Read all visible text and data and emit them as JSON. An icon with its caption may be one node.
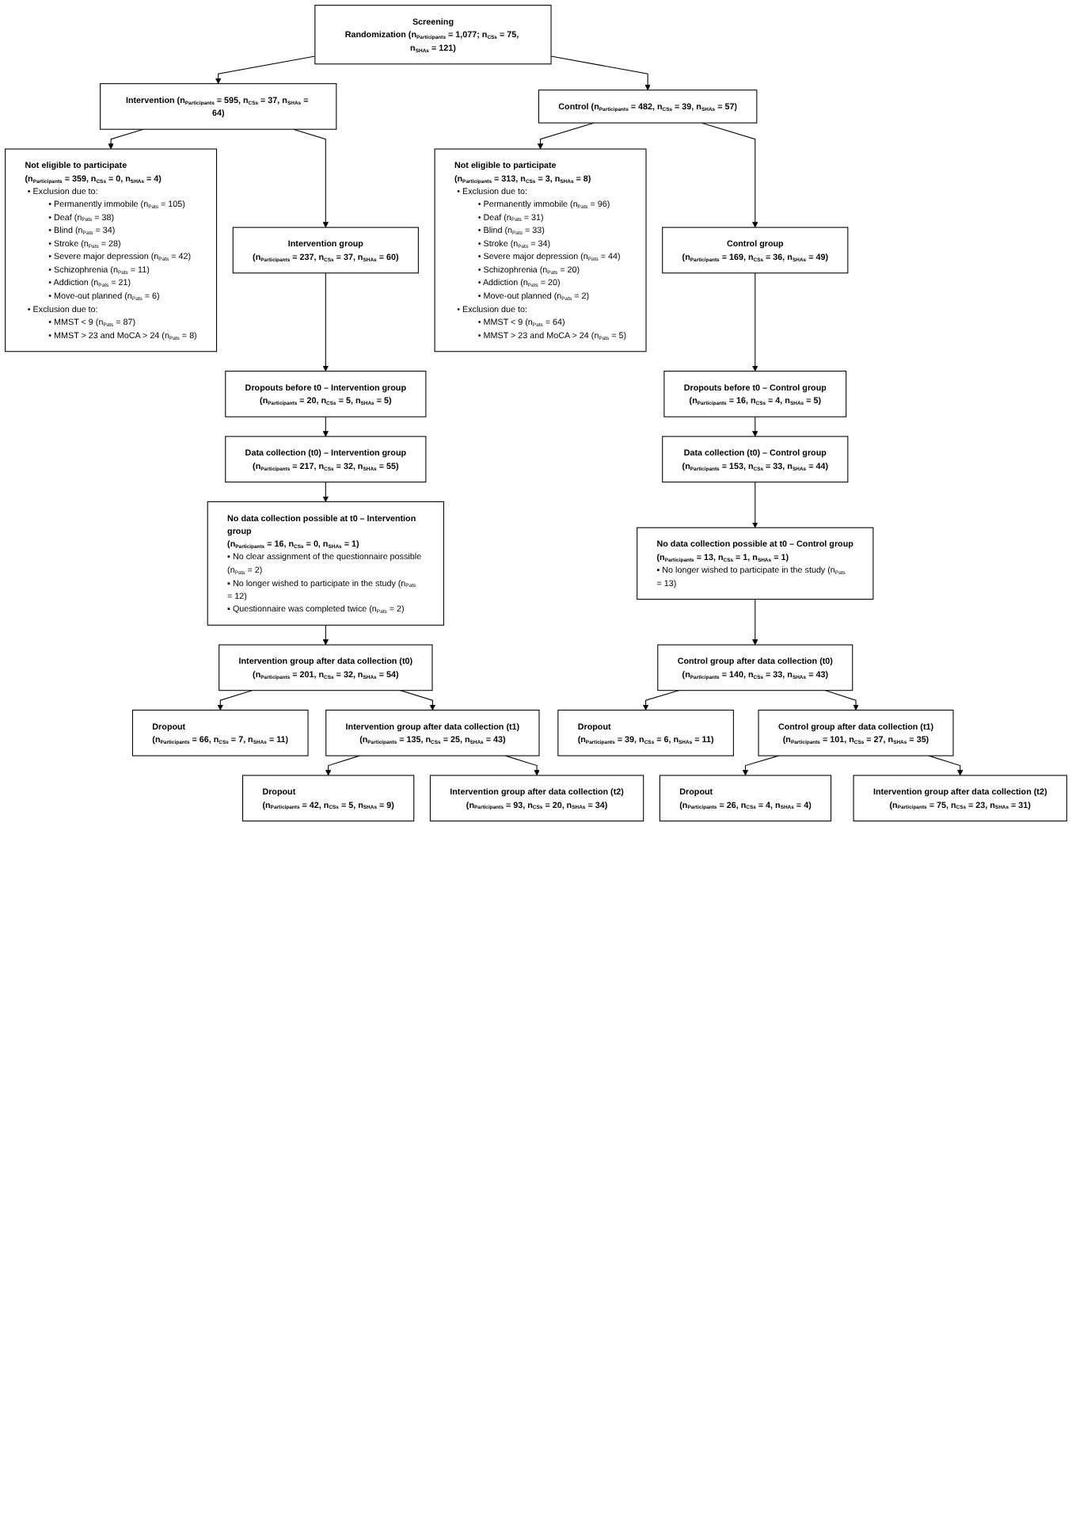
{
  "diagram": {
    "nodes": [
      {
        "text": [
          "Screening",
          "Randomization (n$_{Participants}$ = 1,077; n$_{CSs}$ = 75, n$_{SHAs}$ = 121)"
        ]
      },
      {
        "text": [
          "Intervention (n$_{Participants}$ = 595, n$_{CSs}$ = 37, n$_{SHAs}$ = 64)"
        ]
      },
      {
        "text": [
          "Control (n$_{Participants}$ = 482, n$_{CSs}$ = 39, n$_{SHAs}$ = 57)"
        ]
      },
      {
        "text": [
          "Not eligible to participate",
          "(n$_{Participants}$ = 359, n$_{CSs}$ = 0, n$_{SHAs}$ = 4)",
          "• Exclusion due to:",
          "• Permanently immobile (n$_{Pats}$ = 105)",
          "• Deaf (n$_{Pats}$ = 38)",
          "• Blind (n$_{Pats}$ = 34)",
          "• Stroke (n$_{Pats}$ = 28)",
          "• Severe major depression (n$_{Pats}$ = 42)",
          "• Schizophrenia (n$_{Pats}$ = 11)",
          "• Addiction (n$_{Pats}$ = 21)",
          "• Move-out planned (n$_{Pats}$ = 6)",
          "• Exclusion due to:",
          "• MMST < 9 (n$_{Pats}$ = 87)",
          "• MMST > 23 and MoCA > 24 (n$_{Pats}$ = 8)"
        ]
      },
      {
        "text": [
          "Not eligible to participate",
          "(n$_{Participants}$ = 313, n$_{CSs}$ = 3, n$_{SHAs}$ = 8)",
          "• Exclusion due to:",
          "• Permanently immobile (n$_{Pats}$ = 96)",
          "• Deaf (n$_{Pats}$ = 31)",
          "• Blind (n$_{Pats}$ = 33)",
          "• Stroke (n$_{Pats}$ = 34)",
          "• Severe major depression (n$_{Pats}$ = 44)",
          "• Schizophrenia (n$_{Pats}$ = 20)",
          "• Addiction (n$_{Pats}$ = 20)",
          "• Move-out planned (n$_{Pats}$ = 2)",
          "• Exclusion due to:",
          "• MMST < 9 (n$_{Pats}$ = 64)",
          "• MMST > 23 and MoCA > 24 (n$_{Pats}$ = 5)"
        ]
      },
      {
        "text": [
          "Intervention group",
          "(n$_{Participants}$ = 237, n$_{CSs}$ = 37, n$_{SHAs}$ = 60)"
        ]
      },
      {
        "text": [
          "Control group",
          "(n$_{Participants}$ = 169, n$_{CSs}$ = 36, n$_{SHAs}$ = 49)"
        ]
      },
      {
        "text": [
          "Dropouts before t0 – Intervention group",
          "(n$_{Participants}$ = 20, n$_{CSs}$ = 5, n$_{SHAs}$ = 5)"
        ]
      },
      {
        "text": [
          "Dropouts before t0 – Control group",
          "(n$_{Participants}$ = 16, n$_{CSs}$ = 4, n$_{SHAs}$ = 5)"
        ]
      },
      {
        "text": [
          "Data collection (t0) – Intervention group",
          "(n$_{Participants}$ = 217, n$_{CSs}$ = 32, n$_{SHAs}$ = 55)"
        ]
      },
      {
        "text": [
          "Data collection (t0) – Control group",
          "(n$_{Participants}$ = 153, n$_{CSs}$ = 33, n$_{SHAs}$ = 44)"
        ]
      },
      {
        "text": [
          "No data collection possible at t0 – Intervention group",
          "(n$_{Participants}$ = 16, n$_{CSs}$ = 0, n$_{SHAs}$ = 1)",
          "▪ No clear assignment of the questionnaire possible (n$_{Pats}$ = 2)",
          "▪ No longer wished to participate in the study (n$_{Pats}$ = 12)",
          "▪ Questionnaire was completed twice (n$_{Pats}$ = 2)"
        ]
      },
      {
        "text": [
          "No data collection possible at t0 – Control group",
          "(n$_{Participants}$ = 13, n$_{CSs}$ = 1, n$_{SHAs}$ = 1)",
          "▪ No longer wished to participate in the study (n$_{Pats}$ = 13)"
        ]
      },
      {
        "text": [
          "Intervention group after data collection (t0)",
          "(n$_{Participants}$ = 201, n$_{CSs}$ = 32, n$_{SHAs}$ = 54)"
        ]
      },
      {
        "text": [
          "Control group after data collection (t0)",
          "(n$_{Participants}$ = 140, n$_{CSs}$ = 33, n$_{SHAs}$ = 43)"
        ]
      },
      {
        "text": [
          "Dropout",
          "(n$_{Participants}$ = 66, n$_{CSs}$ = 7, n$_{SHAs}$ = 11)"
        ]
      },
      {
        "text": [
          "Dropout",
          "(n$_{Participants}$ = 39, n$_{CSs}$ = 6, n$_{SHAs}$ = 11)"
        ]
      },
      {
        "text": [
          "Intervention group after data collection (t1)",
          "(n$_{Participants}$ = 135, n$_{CSs}$ = 25, n$_{SHAs}$ = 43)"
        ]
      },
      {
        "text": [
          "Control group after data collection (t1)",
          "(n$_{Participants}$ = 101, n$_{CSs}$ = 27, n$_{SHAs}$ = 35)"
        ]
      },
      {
        "text": [
          "Dropout",
          "(n$_{Participants}$ = 42, n$_{CSs}$ = 5, n$_{SHAs}$ = 9)"
        ]
      },
      {
        "text": [
          "Dropout",
          "(n$_{Participants}$ = 26, n$_{CSs}$ = 4, n$_{SHAs}$ = 4)"
        ]
      },
      {
        "text": [
          "Intervention group after data collection (t2)",
          "(n$_{Participants}$ = 93, n$_{CSs}$ = 20, n$_{SHAs}$ = 34)"
        ]
      },
      {
        "text": [
          "Intervention group after data collection (t2)",
          "(n$_{Participants}$ = 75, n$_{CSs}$ = 23, n$_{SHAs}$ = 31)"
        ]
      }
    ],
    "edges": [
      {
        "from": 0,
        "to": 1,
        "arrow": "to"
      },
      {
        "from": 0,
        "to": 2,
        "arrow": "to"
      },
      {
        "from": 1,
        "to": 3,
        "arrow": "to"
      },
      {
        "from": 1,
        "to": 5,
        "arrow": "to"
      },
      {
        "from": 2,
        "to": 4,
        "arrow": "to"
      },
      {
        "from": 2,
        "to": 6,
        "arrow": "to"
      },
      {
        "from": 5,
        "to": 7,
        "arrow": "to"
      },
      {
        "from": 6,
        "to": 8,
        "arrow": "to"
      },
      {
        "from": 7,
        "to": 9,
        "arrow": "to"
      },
      {
        "from": 8,
        "to": 10,
        "arrow": "to"
      },
      {
        "from": 9,
        "to": 11,
        "arrow": "to"
      },
      {
        "from": 10,
        "to": 12,
        "arrow": "to"
      },
      {
        "from": 11,
        "to": 13,
        "arrow": "to"
      },
      {
        "from": 12,
        "to": 14,
        "arrow": "to"
      },
      {
        "from": 13,
        "to": 15,
        "arrow": "to"
      },
      {
        "from": 13,
        "to": 17,
        "arrow": "to"
      },
      {
        "from": 14,
        "to": 16,
        "arrow": "to"
      },
      {
        "from": 14,
        "to": 18,
        "arrow": "to"
      },
      {
        "from": 17,
        "to": 19,
        "arrow": "to"
      },
      {
        "from": 17,
        "to": 21,
        "arrow": "to"
      },
      {
        "from": 18,
        "to": 20,
        "arrow": "to"
      },
      {
        "from": 18,
        "to": 22,
        "arrow": "to"
      }
    ]
  }
}
